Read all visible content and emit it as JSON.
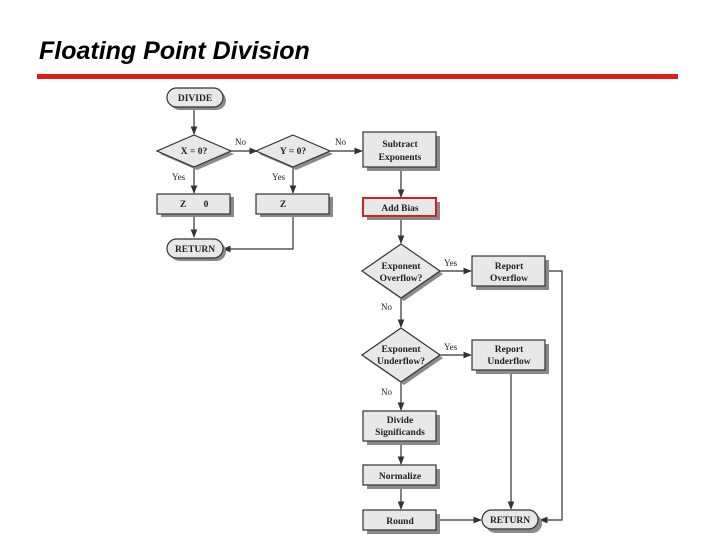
{
  "slide": {
    "title": "Floating Point Division"
  },
  "flowchart": {
    "nodes": {
      "divide": "DIVIDE",
      "x_zero": "X = 0?",
      "y_zero": "Y = 0?",
      "subtract": [
        "Subtract",
        "Exponents"
      ],
      "z_zero": [
        "Z",
        "0"
      ],
      "z_inf": "Z",
      "add_bias": "Add Bias",
      "return_left": "RETURN",
      "exp_overflow": [
        "Exponent",
        "Overflow?"
      ],
      "report_overflow": [
        "Report",
        "Overflow"
      ],
      "exp_underflow": [
        "Exponent",
        "Underflow?"
      ],
      "report_underflow": [
        "Report",
        "Underflow"
      ],
      "divide_significands": [
        "Divide",
        "Significands"
      ],
      "normalize": "Normalize",
      "round": "Round",
      "return_right": "RETURN"
    },
    "edge_labels": {
      "yes": "Yes",
      "no": "No"
    },
    "colors": {
      "node_fill": "#e8e8e8",
      "shadow": "#8a8a8a",
      "stroke": "#333333",
      "highlight": "#d42020"
    }
  }
}
